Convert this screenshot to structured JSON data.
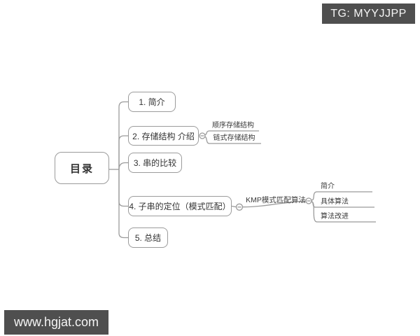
{
  "watermarks": {
    "top_right": "TG: MYYJJPP",
    "bottom_left": "www.hgjat.com"
  },
  "colors": {
    "canvas_bg": "#ffffff",
    "line": "#9b9b9b",
    "node_border": "#9b9b9b",
    "node_text": "#333333",
    "badge_bg": "#4f4f4f",
    "badge_text": "#f5f5f5"
  },
  "icons": {
    "collapse": "minus-in-circle"
  },
  "mindmap": {
    "root": {
      "label": "目录"
    },
    "nodes": [
      {
        "label": "1. 简介"
      },
      {
        "label": "2. 存储结构 介绍",
        "children": [
          "顺序存储结构",
          "链式存储结构"
        ]
      },
      {
        "label": "3. 串的比较"
      },
      {
        "label": "4. 子串的定位（模式匹配）",
        "children": [
          {
            "label": "KMP模式匹配算法",
            "children": [
              "简介",
              "具体算法",
              "算法改进"
            ]
          }
        ]
      },
      {
        "label": "5. 总结"
      }
    ]
  }
}
